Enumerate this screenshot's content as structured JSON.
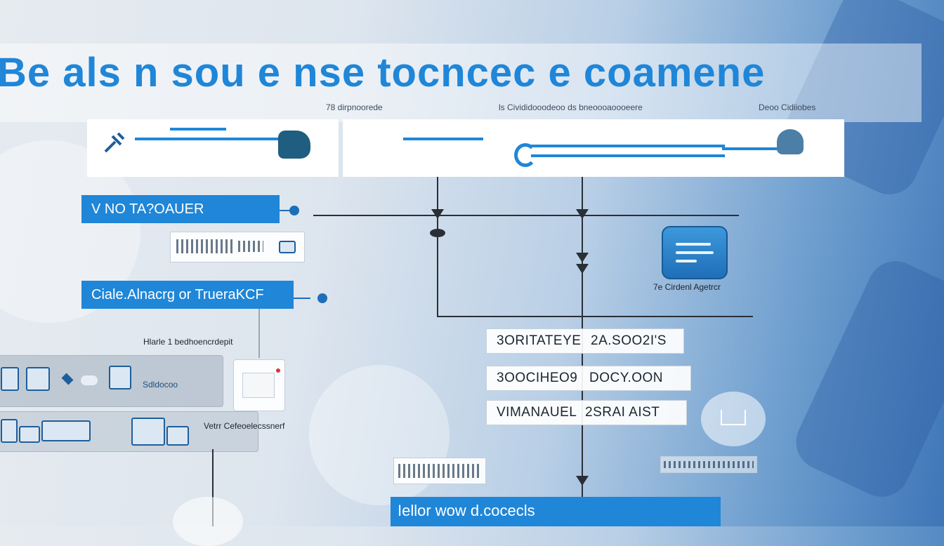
{
  "title": "Be als n sou e nse tocncec e coamene",
  "subtitles": [
    "78 dirpnoorede",
    "ls Civididooodeoo ds bneoooaoooeere",
    "Deoo Cidiiobes"
  ],
  "labels": {
    "label_1": "V NO TA?OAUER",
    "label_2": "Ciale.Alnacrg or TrueraKCF",
    "label_3": "Iellor wow d.cocecls"
  },
  "captions": {
    "agent_caption": "7e Cirdenl Agetrcr",
    "panel_caption": "Hlarle 1 bedhoencrdepit",
    "desc_caption": "Vetrr Cefeoelecssnerf",
    "panel_sub": "Sdldocoo"
  },
  "rows": [
    {
      "left": "3ORITATEYE",
      "right": "2A.SOO2I'S"
    },
    {
      "left": "3OOCIHEO9",
      "right": "DOCY.OON"
    },
    {
      "left": "VIMANAUEL",
      "right": "2SRAI AIST"
    }
  ],
  "colors": {
    "accent": "#1f86d8",
    "dark": "#2a2f36"
  }
}
